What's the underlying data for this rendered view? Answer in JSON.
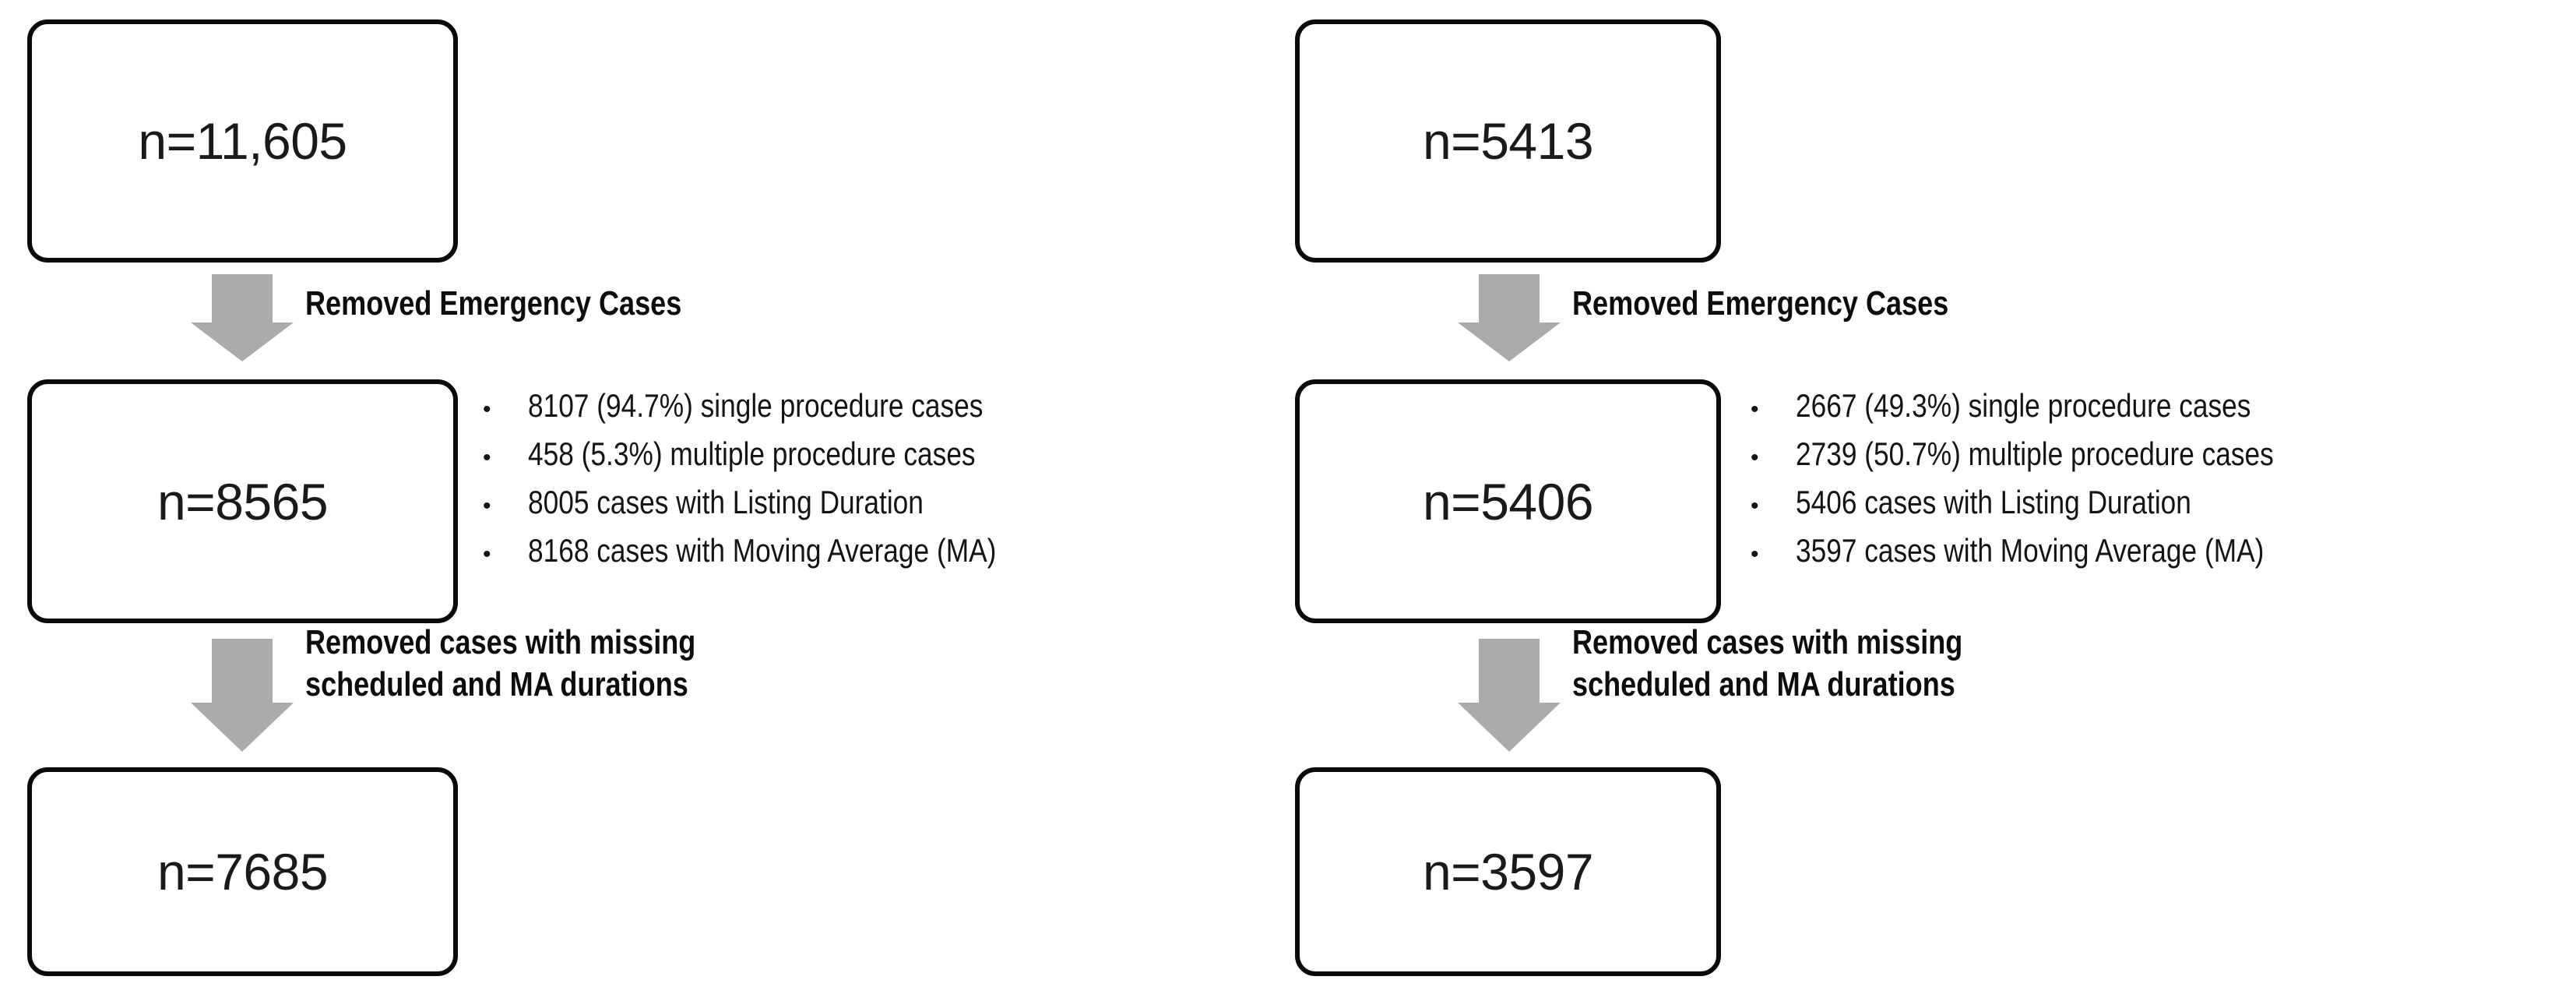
{
  "figure": {
    "type": "flowchart",
    "orientation": "two-column-vertical",
    "arrow_color": "#ABABAB",
    "box_border_color": "#0A0A0A",
    "text_color": "#141414"
  },
  "columns": [
    {
      "id": "left-cohort",
      "boxes": [
        {
          "id": "left-box-top",
          "label": "n=11,605"
        },
        {
          "id": "left-box-middle",
          "label": "n=8565"
        },
        {
          "id": "left-box-bottom",
          "label": "n=7685"
        }
      ],
      "arrows": [
        {
          "id": "left-arrow-1",
          "icon": "down-arrow-icon",
          "caption": "Removed Emergency Cases"
        },
        {
          "id": "left-arrow-2",
          "icon": "down-arrow-icon",
          "caption": "Removed cases with missing\nscheduled and MA durations"
        }
      ],
      "bullets": [
        "8107  (94.7%) single procedure cases",
        "458 (5.3%) multiple procedure cases",
        "8005  cases with Listing Duration",
        "8168  cases with Moving Average (MA)"
      ]
    },
    {
      "id": "right-cohort",
      "boxes": [
        {
          "id": "right-box-top",
          "label": "n=5413"
        },
        {
          "id": "right-box-middle",
          "label": "n=5406"
        },
        {
          "id": "right-box-bottom",
          "label": "n=3597"
        }
      ],
      "arrows": [
        {
          "id": "right-arrow-1",
          "icon": "down-arrow-icon",
          "caption": "Removed Emergency Cases"
        },
        {
          "id": "right-arrow-2",
          "icon": "down-arrow-icon",
          "caption": "Removed cases with missing\nscheduled and MA durations"
        }
      ],
      "bullets": [
        "2667 (49.3%) single procedure cases",
        "2739 (50.7%) multiple procedure cases",
        "5406  cases with Listing Duration",
        "3597  cases with Moving Average (MA)"
      ]
    }
  ],
  "bullet_marker": "•"
}
